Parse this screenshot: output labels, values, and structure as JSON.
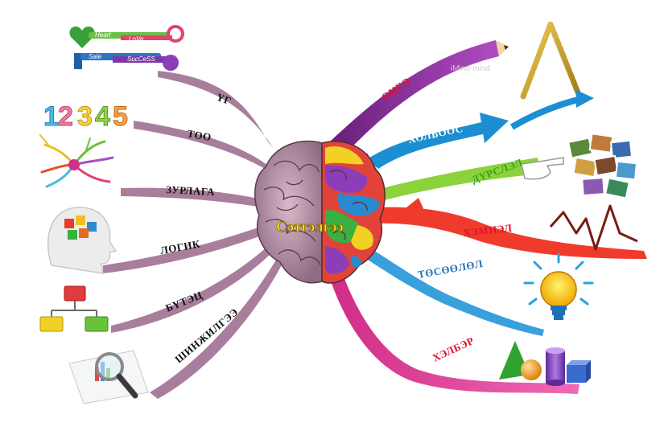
{
  "center": {
    "title": "Сэтгэлгээ"
  },
  "left_branches": [
    {
      "label": "ҮГ",
      "icon": "keys-icon"
    },
    {
      "label": "ТОО",
      "icon": "numbers-icon"
    },
    {
      "label": "ЗУРЛАГА",
      "icon": "mindmap-icon"
    },
    {
      "label": "ЛОГИК",
      "icon": "head-puzzle-icon"
    },
    {
      "label": "БҮТЭЦ",
      "icon": "org-chart-icon"
    },
    {
      "label": "ШИНЖИЛГЭЭ",
      "icon": "magnifier-chart-icon"
    }
  ],
  "right_branches": [
    {
      "label": "ӨНГӨ",
      "color": "#8e2a9b",
      "text_color": "#e0102a",
      "icon": "chain-letter-icon"
    },
    {
      "label": "ХОЛБООС",
      "color": "#1b8fd1",
      "text_color": "#ffffff",
      "icon": "blue-arrow-icon"
    },
    {
      "label": "ДҮРСЛЭЛ",
      "color": "#8cd23a",
      "text_color": "#3aa020",
      "icon": "photos-icon"
    },
    {
      "label": "ХЭМНЭЛ",
      "color": "#ef3b2c",
      "text_color": "#e0102a",
      "icon": "heartbeat-icon"
    },
    {
      "label": "ТӨСӨӨЛӨЛ",
      "color": "#3aa0dc",
      "text_color": "#1e6fb8",
      "icon": "lightbulb-icon"
    },
    {
      "label": "ХЭЛБЭР",
      "color": "#e8449a",
      "text_color": "#e0102a",
      "icon": "shapes-icon"
    }
  ],
  "icon_texts": {
    "keys": [
      "Heart",
      "LoVe",
      "Sale",
      "SucCeSS"
    ],
    "numbers": [
      "1",
      "2",
      "3",
      "4",
      "5"
    ]
  },
  "watermark": "iMind-mind"
}
